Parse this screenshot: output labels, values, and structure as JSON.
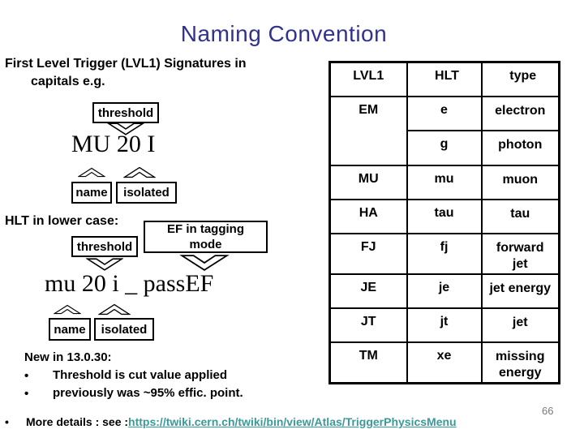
{
  "slide": {
    "title": "Naming Convention",
    "page_number": "66",
    "bullet_char": "•"
  },
  "lvl1_section": {
    "intro_line1": "First Level Trigger (LVL1) Signatures in",
    "intro_line2": "capitals e.g.",
    "threshold_label": "threshold",
    "example": "MU 20 I",
    "name_label": "name",
    "isolated_label": "isolated"
  },
  "hlt_section": {
    "heading": "HLT in lower case:",
    "threshold_label": "threshold",
    "ef_tagging_label": "EF in tagging mode",
    "example": "mu 20 i _ passEF",
    "name_label": "name",
    "isolated_label": "isolated"
  },
  "notes": {
    "heading": "New in 13.0.30:",
    "bullets": [
      "Threshold is cut value applied",
      "previously was ~95% effic. point."
    ]
  },
  "footer": {
    "prefix": "More details : see :",
    "link_text": "https://twiki.cern.ch/twiki/bin/view/Atlas/TriggerPhysicsMenu"
  },
  "table": {
    "headers": [
      "LVL1",
      "HLT",
      "type"
    ],
    "rows": [
      {
        "lvl1": "EM",
        "hlt": "e",
        "type": "electron"
      },
      {
        "hlt": "g",
        "type": "photon"
      },
      {
        "lvl1": "MU",
        "hlt": "mu",
        "type": "muon"
      },
      {
        "lvl1": "HA",
        "hlt": "tau",
        "type": "tau"
      },
      {
        "lvl1": "FJ",
        "hlt": "fj",
        "type": "forward jet"
      },
      {
        "lvl1": "JE",
        "hlt": "je",
        "type": "jet energy"
      },
      {
        "lvl1": "JT",
        "hlt": "jt",
        "type": "jet"
      },
      {
        "lvl1": "TM",
        "hlt": "xe",
        "type": "missing energy"
      }
    ]
  },
  "colors": {
    "title": "#31318F",
    "link": "#3A9999",
    "page_number": "#7A7A7A",
    "text": "#000000",
    "background": "#FFFFFF"
  }
}
